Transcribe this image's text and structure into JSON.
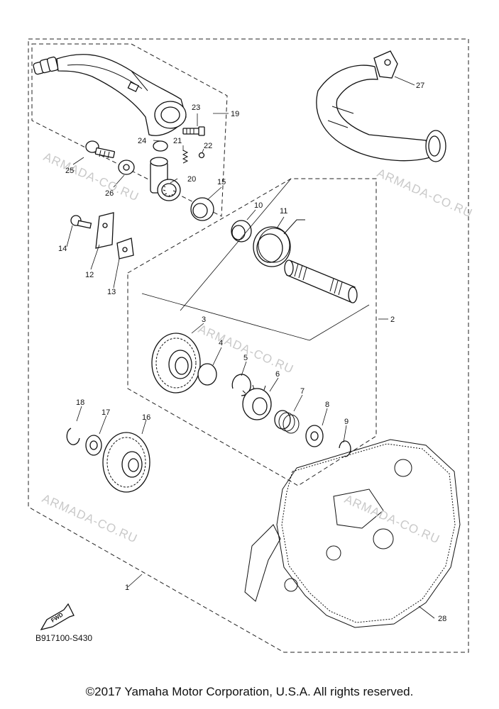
{
  "diagram": {
    "callouts": {
      "c1": "1",
      "c2": "2",
      "c3": "3",
      "c4": "4",
      "c5": "5",
      "c6": "6",
      "c7": "7",
      "c8": "8",
      "c9": "9",
      "c10": "10",
      "c11": "11",
      "c12": "12",
      "c13": "13",
      "c14": "14",
      "c15": "15",
      "c16": "16",
      "c17": "17",
      "c18": "18",
      "c19": "19",
      "c20": "20",
      "c21": "21",
      "c22": "22",
      "c23": "23",
      "c24": "24",
      "c25": "25",
      "c26": "26",
      "c27": "27",
      "c28": "28"
    },
    "watermark": "ARMADA-CO.RU",
    "direction_label": "FWD",
    "diagram_code": "B917100-S430"
  },
  "footer": {
    "copyright": "©2017 Yamaha Motor Corporation, U.S.A. All rights reserved."
  }
}
